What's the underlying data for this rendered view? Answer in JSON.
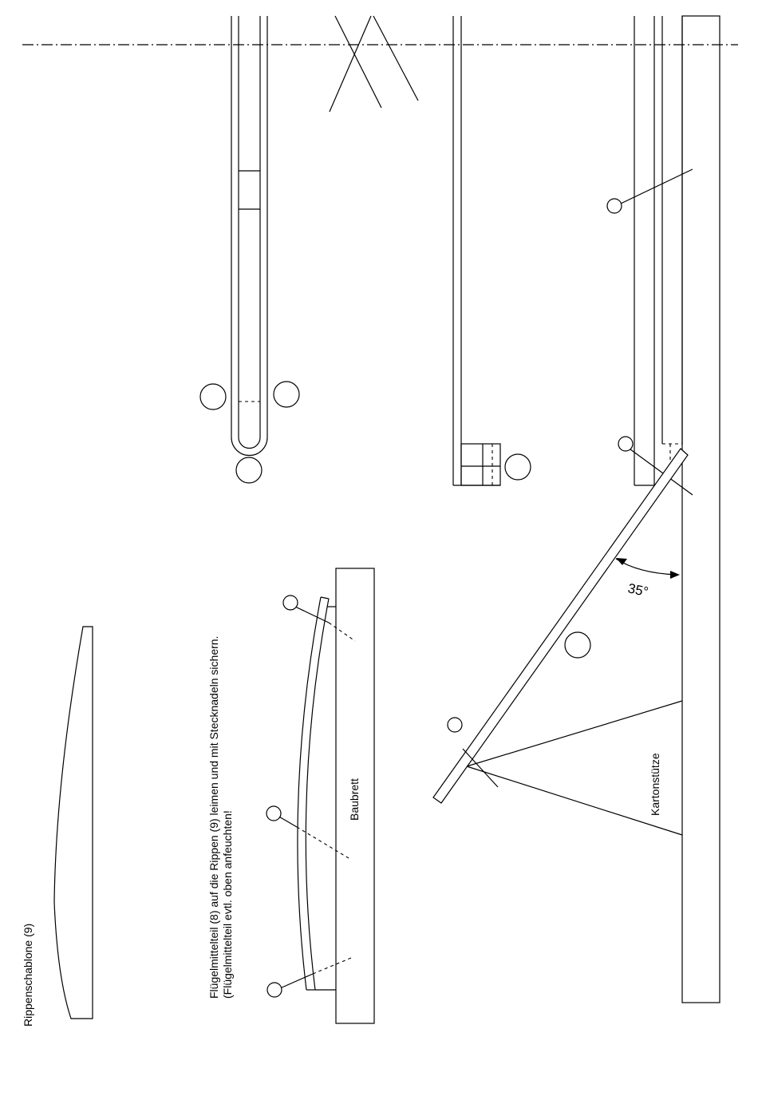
{
  "labels": {
    "rib_template": "Rippenschablone (9)",
    "instruction_line1": "Flügelmittelteil (8) auf die Rippen (9) leimen und mit Stecknadeln sichern.",
    "instruction_line2": "(Flügelmittelteil evtl. oben anfeuchten!",
    "building_board": "Baubrett",
    "angle": "35°",
    "cardboard_support": "Kartonstütze"
  }
}
